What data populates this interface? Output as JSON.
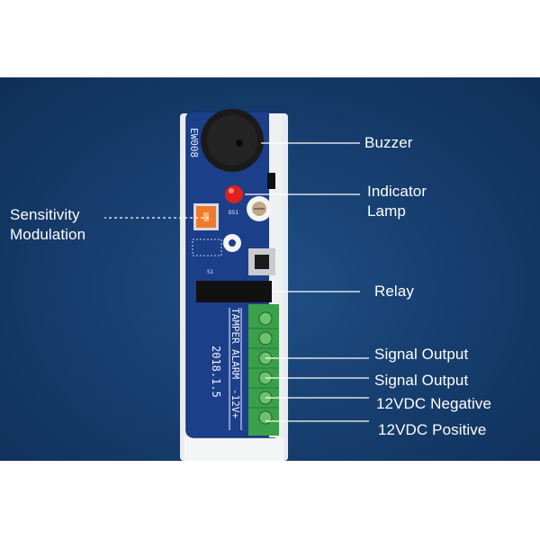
{
  "labels": {
    "buzzer": "Buzzer",
    "indicator_lamp": [
      "Indicator",
      "Lamp"
    ],
    "sensitivity_modulation": [
      "Sensitivity",
      "Modulation"
    ],
    "relay": "Relay",
    "signal_output_1": "Signal Output",
    "signal_output_2": "Signal Output",
    "vdc_negative": "12VDC Negative",
    "vdc_positive": "12VDC Positive"
  },
  "board": {
    "model": "EW008",
    "date": "2018.1.5",
    "terminal_labels": [
      "TAMPER",
      "ALARM",
      "-12V+"
    ],
    "led_ref": "DS1",
    "switch_ref": "S1"
  },
  "colors": {
    "background": "#173f70",
    "pcb": "#1c3f8a",
    "terminal_block": "#3aa04a",
    "callout_line": "#ffffff"
  }
}
